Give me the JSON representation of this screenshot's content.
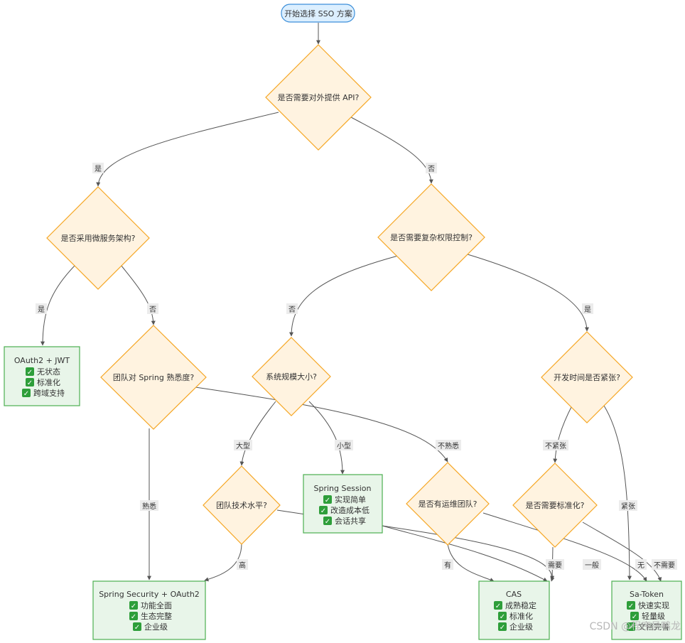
{
  "flowchart": {
    "start": "开始选择 SSO 方案",
    "decisions": {
      "q_api": "是否需要对外提供 API?",
      "q_micro": "是否采用微服务架构?",
      "q_complex": "是否需要复杂权限控制?",
      "q_spring": "团队对 Spring 熟悉度?",
      "q_scale": "系统规模大小?",
      "q_time": "开发时间是否紧张?",
      "q_tech": "团队技术水平?",
      "q_ops": "是否有运维团队?",
      "q_std": "是否需要标准化?"
    },
    "results": {
      "oauth_jwt": {
        "title": "OAuth2 + JWT",
        "items": [
          "无状态",
          "标准化",
          "跨域支持"
        ]
      },
      "spring_session": {
        "title": "Spring Session",
        "items": [
          "实现简单",
          "改造成本低",
          "会话共享"
        ]
      },
      "spring_security": {
        "title": "Spring Security + OAuth2",
        "items": [
          "功能全面",
          "生态完整",
          "企业级"
        ]
      },
      "cas": {
        "title": "CAS",
        "items": [
          "成熟稳定",
          "标准化",
          "企业级"
        ]
      },
      "satoken": {
        "title": "Sa-Token",
        "items": [
          "快速实现",
          "轻量级",
          "文档完善"
        ]
      }
    },
    "edge_labels": {
      "api_yes": "是",
      "api_no": "否",
      "micro_yes": "是",
      "micro_no": "否",
      "complex_no": "否",
      "complex_yes": "是",
      "spring_familiar": "熟悉",
      "spring_unfamiliar": "不熟悉",
      "scale_large": "大型",
      "scale_small": "小型",
      "time_not_tight": "不紧张",
      "time_tight": "紧张",
      "tech_high": "高",
      "tech_normal": "一般",
      "ops_yes": "有",
      "ops_no": "无",
      "std_need": "需要",
      "std_not_need": "不需要"
    },
    "check_glyph": "✓"
  },
  "watermark": "CSDN @程序员鸭龙",
  "colors": {
    "start_fill": "#dcefff",
    "start_stroke": "#3d8fd9",
    "decision_fill": "#fff3e0",
    "decision_stroke": "#f5a623",
    "result_fill": "#e8f5e9",
    "result_stroke": "#4caf50",
    "check_fill": "#2e9e3a",
    "edge": "#555555",
    "label_bg": "#ececec"
  }
}
